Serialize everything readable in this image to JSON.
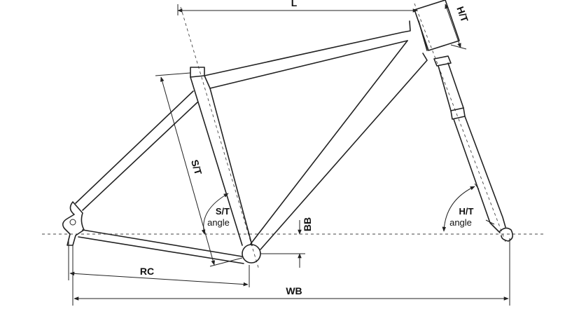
{
  "labels": {
    "reach": "L",
    "head_tube": "H/T",
    "seat_tube": "S/T",
    "st_angle_line1": "S/T",
    "st_angle_line2": "angle",
    "bb": "BB",
    "ht_angle_line1": "H/T",
    "ht_angle_line2": "angle",
    "rc": "RC",
    "wb": "WB"
  }
}
